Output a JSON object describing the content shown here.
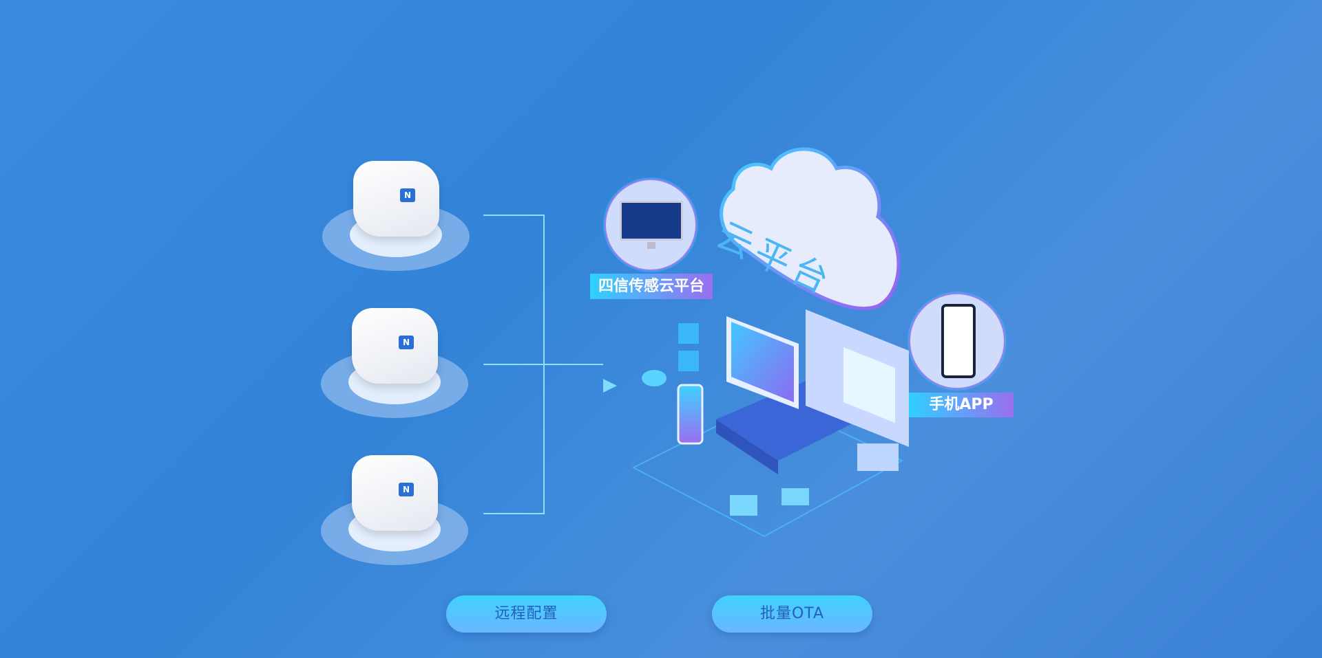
{
  "nodes": {
    "device_count": 3,
    "nfc_mark": "N"
  },
  "cloud": {
    "title": "云平台"
  },
  "platform": {
    "label": "四信传感云平台"
  },
  "app": {
    "label": "手机APP"
  },
  "buttons": {
    "remote_config": "远程配置",
    "batch_ota": "批量OTA"
  },
  "colors": {
    "background": "#3a8be0",
    "accent_cyan": "#3fd2ff",
    "accent_purple": "#9a6ef0",
    "pill_text": "#2360b8"
  }
}
